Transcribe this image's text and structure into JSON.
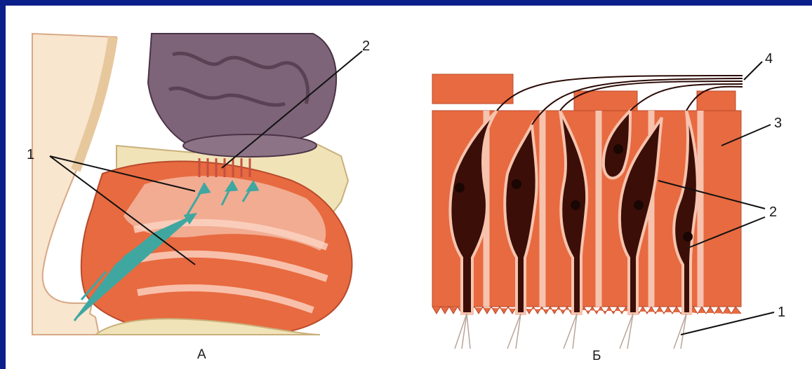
{
  "panel_a": {
    "label": "А",
    "callouts": [
      "1",
      "2"
    ]
  },
  "panel_b": {
    "label": "Б",
    "callouts": [
      "1",
      "2",
      "3",
      "4"
    ]
  },
  "colors": {
    "background": "#0b1f8a",
    "tissue": "#e86a40",
    "tissue_light": "#f6c3ae",
    "brain": "#7d6478",
    "bone": "#f1e3b8",
    "receptor_cell": "#3b0f08",
    "air_arrow": "#3fa7a0"
  }
}
